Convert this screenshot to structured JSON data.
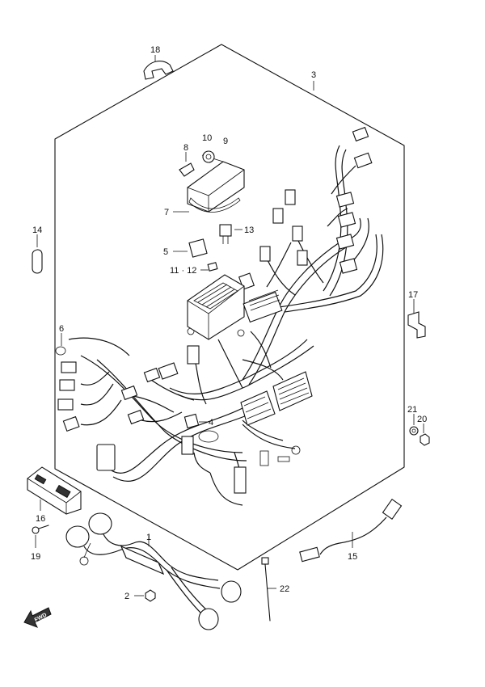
{
  "diagram": {
    "callouts": {
      "c1": "1",
      "c2": "2",
      "c3": "3",
      "c4": "4",
      "c5": "5",
      "c6": "6",
      "c7": "7",
      "c8": "8",
      "c9": "9",
      "c10": "10",
      "c11_12": "11 · 12",
      "c13": "13",
      "c14": "14",
      "c15": "15",
      "c16": "16",
      "c17": "17",
      "c18": "18",
      "c19": "19",
      "c20": "20",
      "c21": "21",
      "c22": "22"
    },
    "fwd_label": "FWD"
  }
}
